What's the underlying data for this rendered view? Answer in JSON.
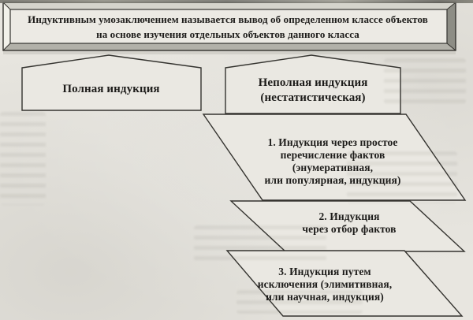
{
  "page_type": "scanned-textbook-diagram",
  "language": "ru",
  "colors": {
    "paper": "#e8e6e0",
    "ink": "#1d1c1a",
    "outline": "#34332f",
    "frame_top_face": "#d5d4cc",
    "frame_left_face": "#f2f1ea",
    "frame_right_face": "#8d8d85",
    "frame_bottom_face": "#b2b1a9"
  },
  "header_box": {
    "text": "Индуктивным умозаключением называется вывод об определенном классе объектов\nна основе изучения отдельных объектов данного класса"
  },
  "branches": [
    {
      "id": "full-induction",
      "label": "Полная индукция"
    },
    {
      "id": "incomplete-induction",
      "label": "Неполная индукция\n(нестатистическая)"
    }
  ],
  "induction_types": [
    {
      "id": "enumerative",
      "label": "1. Индукция через простое\nперечисление фактов\n(энумеративная,\nили популярная, индукция)"
    },
    {
      "id": "selection",
      "label": "2. Индукция\nчерез отбор фактов"
    },
    {
      "id": "eliminative",
      "label": "3. Индукция путем\nисключения (элимитивная,\nили научная, индукция)"
    }
  ]
}
